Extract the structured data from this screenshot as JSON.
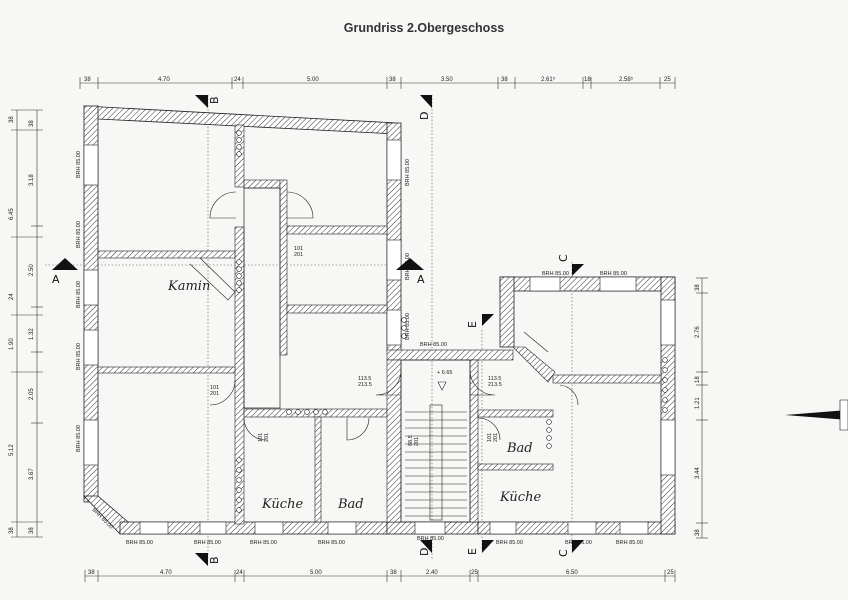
{
  "title": "Grundriss 2.Obergeschoss",
  "top_dims": [
    "38",
    "4.70",
    "24",
    "5.00",
    "38",
    "3.50",
    "38",
    "2.61⁵",
    "18",
    "2.58⁵",
    "25"
  ],
  "bottom_dims": [
    "38",
    "4.70",
    "24",
    "5.00",
    "38",
    "2.40",
    "25",
    "6.50",
    "25"
  ],
  "left_dims_outer": [
    "38",
    "6.45",
    "24",
    "1.90",
    "5.12",
    "38"
  ],
  "left_dims_inner": [
    "38",
    "3.18",
    "2.50",
    "1.32",
    "2.05",
    "3.67",
    "38"
  ],
  "right_dims": [
    "38",
    "2.76",
    "18",
    "1.21",
    "3.44",
    "38"
  ],
  "rooms": {
    "kamin": "Kamin",
    "kueche_left": "Küche",
    "bad_left": "Bad",
    "bad_right": "Bad",
    "kueche_right": "Küche"
  },
  "brh": "BRH 85.00",
  "openings": {
    "o1": "101\n201",
    "o2": "101\n201",
    "o3": "113.5\n213.5",
    "o4": "113.5\n213.5",
    "o5": "101\n201",
    "o6": "101\n201",
    "o7": "88.5\n201"
  },
  "stair_level": "+ 6.65",
  "sections": [
    "A",
    "B",
    "C",
    "D",
    "E"
  ]
}
